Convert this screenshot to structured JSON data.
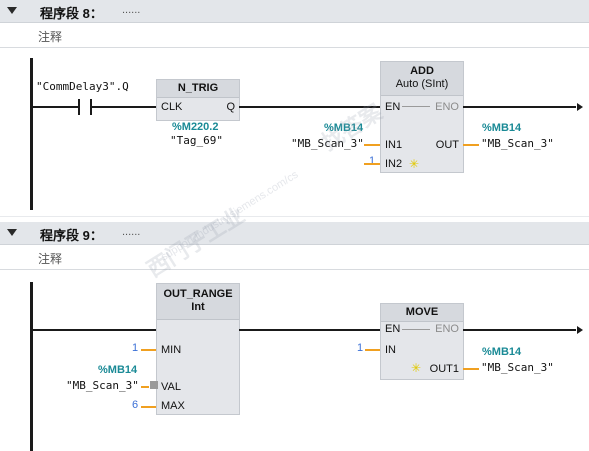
{
  "network8": {
    "title": "程序段 8：",
    "dots": "......",
    "comment": "注释",
    "contact_tag": "\"CommDelay3\".Q",
    "ntrig": {
      "name": "N_TRIG",
      "clk": "CLK",
      "q": "Q",
      "addr": "%M220.2",
      "tag": "\"Tag_69\""
    },
    "add": {
      "name": "ADD",
      "type": "Auto (SInt)",
      "en": "EN",
      "eno": "ENO",
      "in1": "IN1",
      "in2": "IN2",
      "out": "OUT",
      "in1_addr": "%MB14",
      "in1_tag": "\"MB_Scan_3\"",
      "in2_value": "1",
      "out_addr": "%MB14",
      "out_tag": "\"MB_Scan_3\""
    }
  },
  "network9": {
    "title": "程序段 9：",
    "dots": "......",
    "comment": "注释",
    "out_range": {
      "name": "OUT_RANGE",
      "type": "Int",
      "min": "MIN",
      "val": "VAL",
      "max": "MAX",
      "min_value": "1",
      "val_addr": "%MB14",
      "val_tag": "\"MB_Scan_3\"",
      "max_value": "6"
    },
    "move": {
      "name": "MOVE",
      "en": "EN",
      "eno": "ENO",
      "in": "IN",
      "out1": "OUT1",
      "in_value": "1",
      "out_addr": "%MB14",
      "out_tag": "\"MB_Scan_3\""
    }
  },
  "watermark": {
    "line1": "西门子工业",
    "line2": "找答案",
    "line3": "support.industry.siemens.com/cs"
  }
}
